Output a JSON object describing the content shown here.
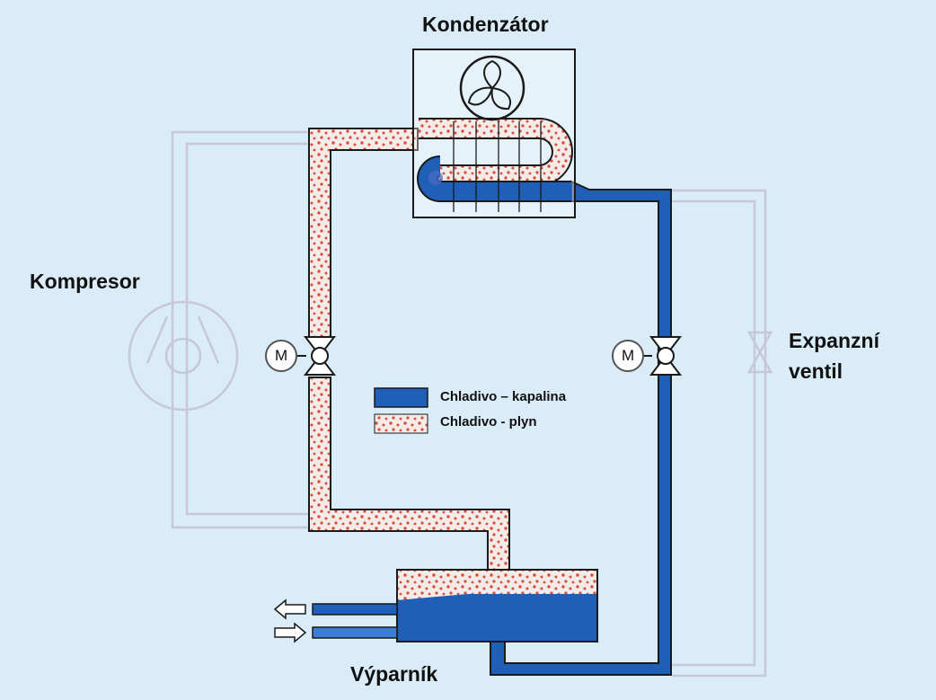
{
  "labels": {
    "condenser": "Kondenzátor",
    "compressor": "Kompresor",
    "expansion_valve_line1": "Expanzní",
    "expansion_valve_line2": "ventil",
    "evaporator": "Výparník",
    "motor_left": "M",
    "motor_right": "M"
  },
  "legend": {
    "liquid": "Chladivo – kapalina",
    "gas": "Chladivo - plyn"
  },
  "colors": {
    "background": "#d9ecf7",
    "liquid": "#1f5fb8",
    "gas_fill": "#f3ebe8",
    "gas_dots": "#dd4b3c",
    "outline": "#1a1a1a",
    "ghost_lines": "#c7c7dc"
  },
  "icons": {
    "condenser_fan": "fan-icon",
    "motor": "motor-icon",
    "valve": "valve-icon",
    "arrow_out": "arrow-left-icon",
    "arrow_in": "arrow-right-icon"
  }
}
